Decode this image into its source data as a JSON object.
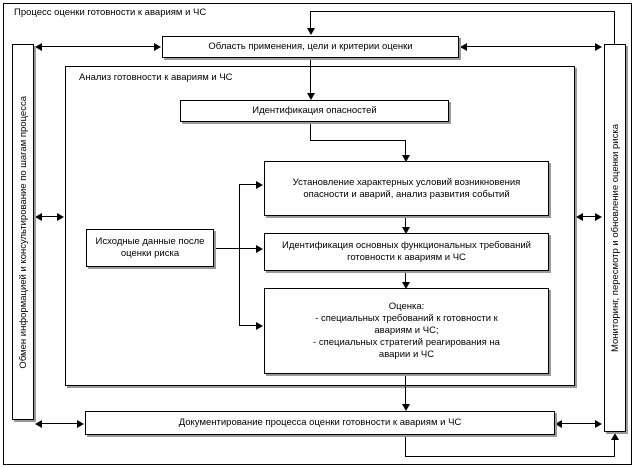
{
  "diagram": {
    "title": "Процесс оценки готовности к авариям и ЧС",
    "inner_frame_title": "Анализ готовности к авариям и ЧС",
    "colors": {
      "line": "#000000",
      "background": "#ffffff",
      "shadow": "#9a9a9a"
    }
  },
  "side_panels": {
    "left": "Обмен информацией и консультирование по шагам процесса",
    "right": "Мониторинг, пересмотр и обновление оценки риска"
  },
  "nodes": {
    "scope": "Область применения, цели и критерии оценки",
    "hazard_identification": "Идентификация опасностей",
    "conditions_analysis": "Установление характерных условий возникновения опасности и аварий, анализ развития событий",
    "functional_requirements": "Идентификация основных функциональных требований готовности к авариям и ЧС",
    "input_data": "Исходные данные после оценки риска",
    "assessment": {
      "heading": "Оценка:",
      "line1": "- специальных требований к готовности к",
      "line2": "авариям и ЧС;",
      "line3": "- специальных стратегий реагирования на",
      "line4": "аварии и ЧС"
    },
    "documentation": "Документирование процесса оценки готовности к авариям и ЧС"
  },
  "connectors": {
    "feedback_top": "loop from right panel back to scope box",
    "feedback_bottom": "loop from documentation box back to right panel",
    "exchange_left_arrows": 3,
    "monitoring_right_arrows": 3
  }
}
